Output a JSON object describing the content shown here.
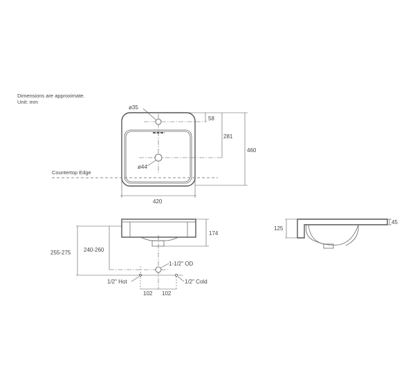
{
  "notes": {
    "line1": "Dimensions are approximate.",
    "line2": "Unit: mm"
  },
  "top_view": {
    "faucet_hole_label": "ø35",
    "drain_hole_label": "ø44",
    "countertop_label": "Countertop Edge",
    "dim_faucet_offset": "58",
    "dim_drain_offset": "281",
    "dim_depth": "460",
    "dim_width": "420"
  },
  "front_view": {
    "dim_height": "174",
    "dim_floor_to_counter": "255-275",
    "dim_floor_to_drain": "240-260",
    "drain_outlet_label": "1-1/2\" OD",
    "hot_supply_label": "1/2\" Hot",
    "cold_supply_label": "1/2\" Cold",
    "dim_hot_spacing": "102",
    "dim_cold_spacing": "102"
  },
  "side_view": {
    "dim_total_height": "125",
    "dim_rim_thickness": "45"
  },
  "colors": {
    "line": "#555555",
    "text": "#444444",
    "background": "#ffffff"
  }
}
